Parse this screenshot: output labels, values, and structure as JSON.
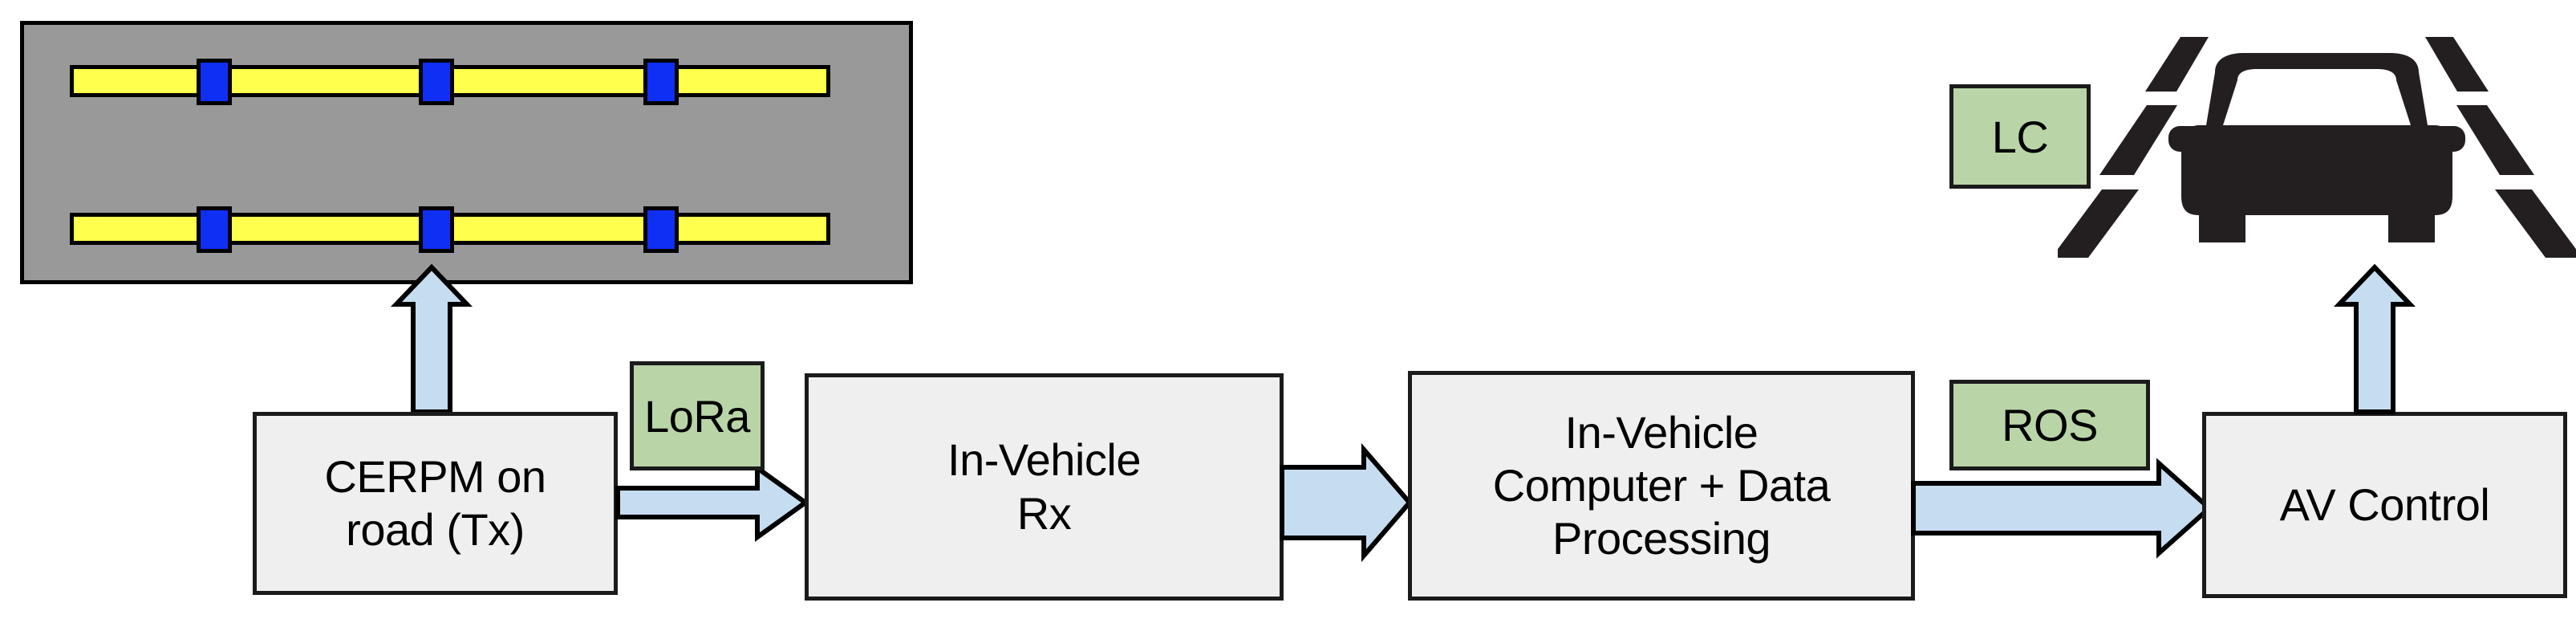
{
  "diagram": {
    "title": "CERPM on-road transmitter to AV control signal chain",
    "colors": {
      "road_surface": "#999999",
      "lane_marking": "#ffff4d",
      "cerpm_marker": "#0f2ff5",
      "process_box_fill": "#efefef",
      "protocol_tag_fill": "#b9d5a8",
      "arrow_fill": "#c6dcf0",
      "outline": "#1b1b1b",
      "car_body": "#231f20",
      "background": "#ffffff"
    }
  },
  "road_scene": {
    "name": "road-with-cerpm-markers",
    "lanes": [
      {
        "name": "upper-lane-marking",
        "markers": 3
      },
      {
        "name": "lower-lane-marking",
        "markers": 3
      }
    ],
    "marker_count_total": 6
  },
  "process_boxes": [
    {
      "id": "cerpm-tx",
      "label": "CERPM on\nroad (Tx)"
    },
    {
      "id": "in-vehicle-rx",
      "label": "In-Vehicle\nRx"
    },
    {
      "id": "in-vehicle-computer",
      "label": "In-Vehicle\nComputer + Data\nProcessing"
    },
    {
      "id": "av-control",
      "label": "AV Control"
    }
  ],
  "protocol_tags": [
    {
      "id": "lora",
      "label": "LoRa"
    },
    {
      "id": "ros",
      "label": "ROS"
    },
    {
      "id": "lc",
      "label": "LC"
    }
  ],
  "arrows": [
    {
      "id": "cerpm-to-road",
      "direction": "up",
      "from": "cerpm-tx",
      "to": "road-scene"
    },
    {
      "id": "cerpm-to-rx",
      "direction": "right",
      "from": "cerpm-tx",
      "to": "in-vehicle-rx",
      "protocol": "LoRa"
    },
    {
      "id": "rx-to-computer",
      "direction": "right",
      "from": "in-vehicle-rx",
      "to": "in-vehicle-computer"
    },
    {
      "id": "computer-to-control",
      "direction": "right",
      "from": "in-vehicle-computer",
      "to": "av-control",
      "protocol": "ROS"
    },
    {
      "id": "control-to-vehicle",
      "direction": "up",
      "from": "av-control",
      "to": "vehicle-lane-keeping",
      "protocol": "LC"
    }
  ],
  "vehicle": {
    "name": "autonomous-vehicle-in-lane",
    "lane_dash_count_left": 3,
    "lane_dash_count_right": 3
  }
}
